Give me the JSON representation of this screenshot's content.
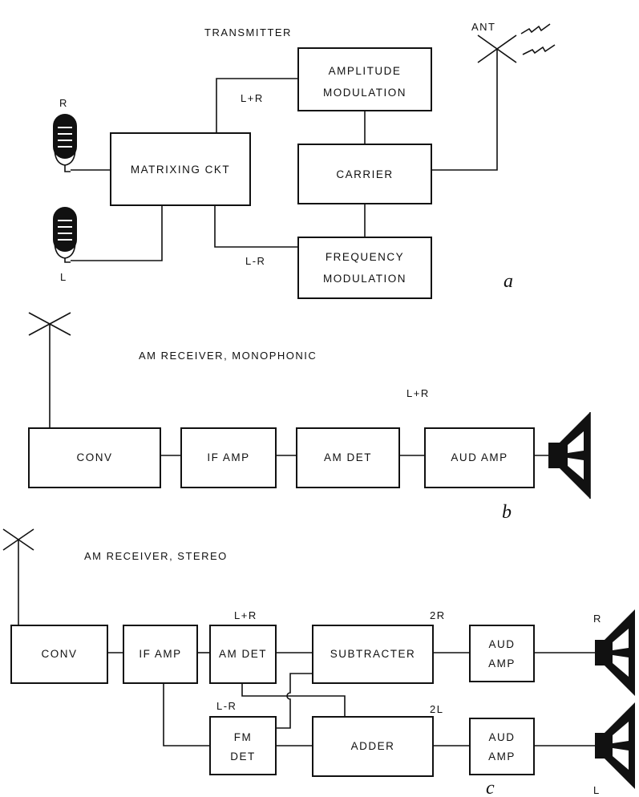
{
  "panel_a": {
    "title": "TRANSMITTER",
    "letter": "a",
    "mic_right_label": "R",
    "mic_left_label": "L",
    "antenna_label": "ANT",
    "sum_label": "L+R",
    "diff_label": "L-R",
    "matrix_box": "MATRIXING  CKT",
    "am_box_line1": "AMPLITUDE",
    "am_box_line2": "MODULATION",
    "carrier_box": "CARRIER",
    "fm_box_line1": "FREQUENCY",
    "fm_box_line2": "MODULATION"
  },
  "panel_b": {
    "title": "AM  RECEIVER,  MONOPHONIC",
    "letter": "b",
    "sum_label": "L+R",
    "conv_box": "CONV",
    "ifamp_box": "IF AMP",
    "amdet_box": "AM DET",
    "audamp_box": "AUD AMP"
  },
  "panel_c": {
    "title": "AM  RECEIVER,  STEREO",
    "letter": "c",
    "sum_label": "L+R",
    "diff_label": "L-R",
    "two_r_label": "2R",
    "two_l_label": "2L",
    "right_label": "R",
    "left_label": "L",
    "conv_box": "CONV",
    "ifamp_box": "IF  AMP",
    "amdet_box": "AM DET",
    "fmdet_line1": "FM",
    "fmdet_line2": "DET",
    "subtracter_box": "SUBTRACTER",
    "adder_box": "ADDER",
    "aud_top_line1": "AUD",
    "aud_top_line2": "AMP",
    "aud_bot_line1": "AUD",
    "aud_bot_line2": "AMP"
  }
}
